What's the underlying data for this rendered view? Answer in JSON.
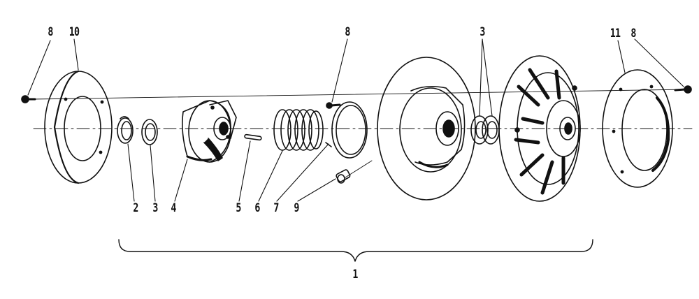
{
  "figure": {
    "type": "exploded-parts-diagram",
    "line_color": "#111111",
    "background": "#ffffff"
  },
  "callouts": {
    "screw_left": "8",
    "outer_plate_left": "10",
    "retainer_ring": "2",
    "washer_left": "3",
    "cam_hub": "4",
    "pin": "5",
    "spring": "6",
    "snap_ring": "7",
    "screw_mid": "8",
    "bolt": "9",
    "bushings": "3",
    "cover_right": "11",
    "screw_right": "8",
    "assembly": "1"
  }
}
